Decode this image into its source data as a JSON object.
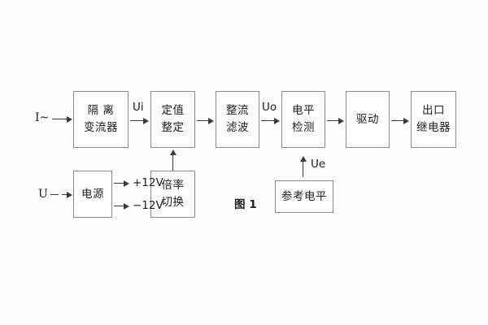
{
  "figure": {
    "caption": "图 1",
    "background_color": "#fdfdfd",
    "box_border_color": "#8c8c8c",
    "line_color": "#3a3a3a",
    "text_color": "#1c1c1c"
  },
  "blocks": [
    {
      "id": "isolation",
      "line1": "隔 离",
      "line2": "变流器"
    },
    {
      "id": "setting",
      "line1": "定值",
      "line2": "整定"
    },
    {
      "id": "rectify-filter",
      "line1": "整流",
      "line2": "滤波"
    },
    {
      "id": "level-detect",
      "line1": "电平",
      "line2": "检测"
    },
    {
      "id": "drive",
      "line1": "驱动",
      "line2": ""
    },
    {
      "id": "output-relay",
      "line1": "出口",
      "line2": "继电器"
    },
    {
      "id": "power-supply",
      "line1": "电源",
      "line2": ""
    },
    {
      "id": "multiplier-switch",
      "line1": "倍率",
      "line2": "切换"
    },
    {
      "id": "reference-level",
      "line1": "参考电平",
      "line2": ""
    }
  ],
  "signals": {
    "current_input": "I~",
    "voltage_input": "U",
    "ui": "Ui",
    "uo": "Uo",
    "ue": "Ue",
    "supply_positive": "+12V",
    "supply_negative": "−12V"
  }
}
